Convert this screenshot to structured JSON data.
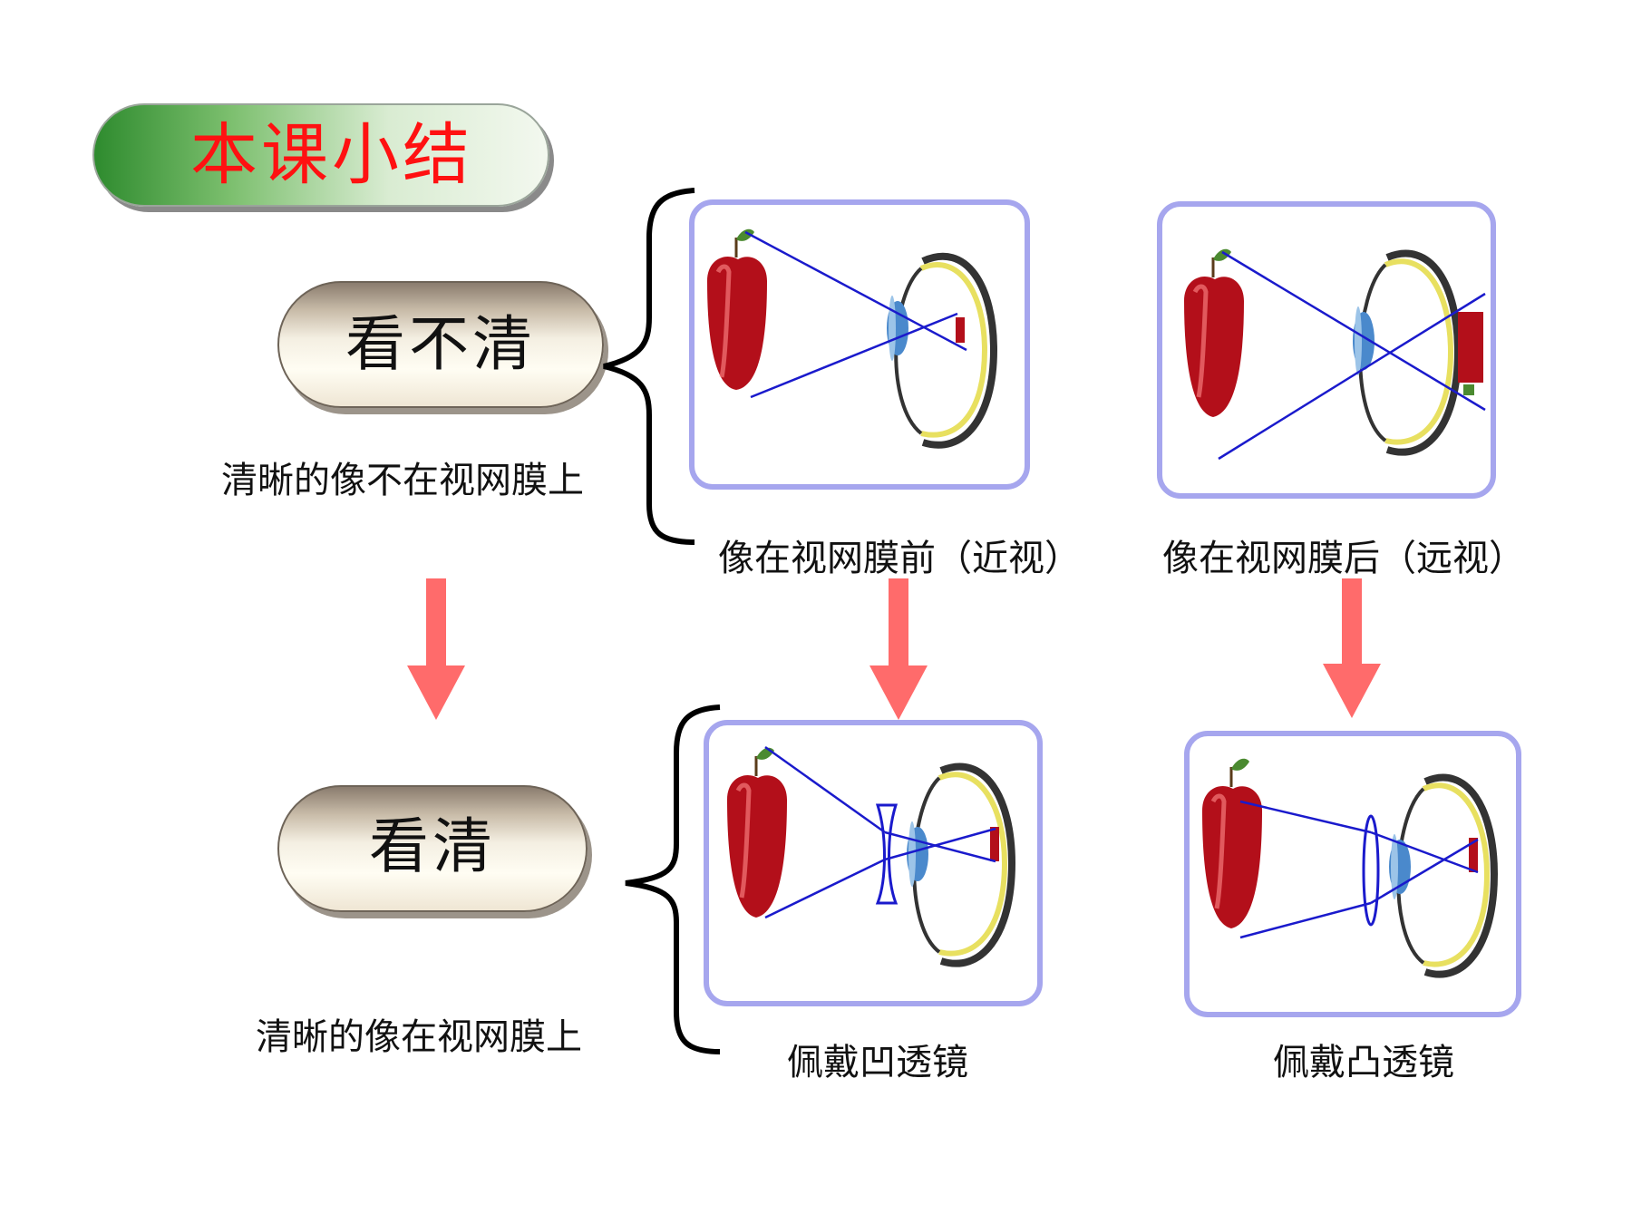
{
  "title": "本课小结",
  "unclear": {
    "label": "看不清",
    "caption": "清晰的像不在视网膜上"
  },
  "clear": {
    "label": "看清",
    "caption": "清晰的像在视网膜上"
  },
  "figures": {
    "myopia_caption": "像在视网膜前（近视）",
    "hyperopia_caption": "像在视网膜后（远视）",
    "concave_caption": "佩戴凹透镜",
    "convex_caption": "佩戴凸透镜"
  },
  "colors": {
    "title_text": "#ff1111",
    "arrow": "#ff6b6b",
    "frame_border": "#a6a6ee",
    "ray": "#1a1acc"
  }
}
